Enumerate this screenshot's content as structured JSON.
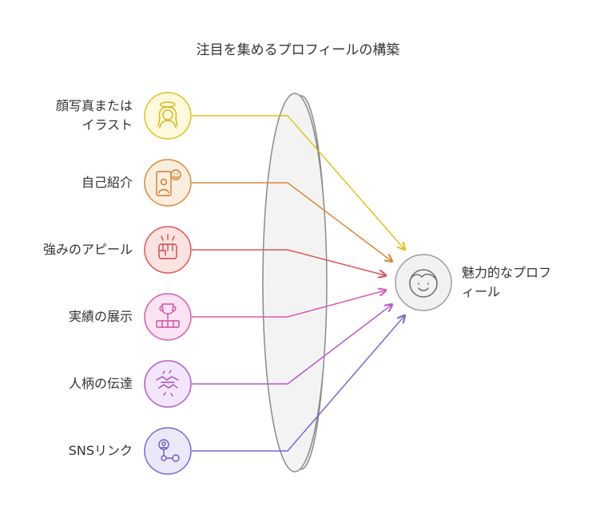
{
  "title": "注目を集めるプロフィールの構築",
  "inputs": [
    {
      "label_line1": "顔写真または",
      "label_line2": "イラスト",
      "icon": "portrait-icon",
      "color": "#e0c21a",
      "fill": "#fdf9dc"
    },
    {
      "label_line1": "自己紹介",
      "label_line2": "",
      "icon": "self-intro-icon",
      "color": "#d98a35",
      "fill": "#fbeee0"
    },
    {
      "label_line1": "強みのアピール",
      "label_line2": "",
      "icon": "fist-icon",
      "color": "#de5652",
      "fill": "#fbe3e2"
    },
    {
      "label_line1": "実績の展示",
      "label_line2": "",
      "icon": "trophy-icon",
      "color": "#d85bb0",
      "fill": "#fae3f3"
    },
    {
      "label_line1": "人柄の伝達",
      "label_line2": "",
      "icon": "handshake-icon",
      "color": "#b35ad0",
      "fill": "#f4e6fa"
    },
    {
      "label_line1": "SNSリンク",
      "label_line2": "",
      "icon": "network-icon",
      "color": "#7a66d6",
      "fill": "#ebe8fa"
    }
  ],
  "output": {
    "label_line1": "魅力的なプロフ",
    "label_line2": "ィール",
    "icon": "smiling-face-icon",
    "color": "#999999"
  }
}
